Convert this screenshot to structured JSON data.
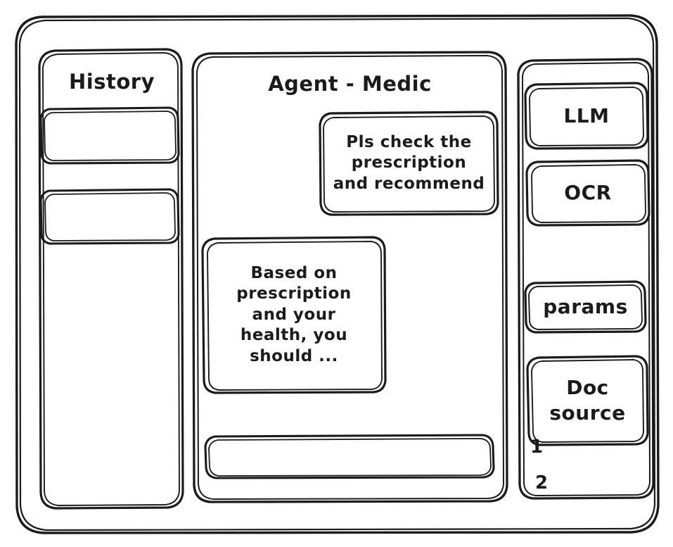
{
  "window": {
    "name": "agent-medic-wireframe",
    "style": "hand-drawn-sketch",
    "stroke_color": "#1b1b1b",
    "background_color": "#ffffff"
  },
  "sidebar_left": {
    "title": "History",
    "items": [
      {
        "label": "",
        "name": "history-item-1"
      },
      {
        "label": "",
        "name": "history-item-2"
      }
    ]
  },
  "main": {
    "title": "Agent - Medic",
    "messages": [
      {
        "role": "user",
        "text": "Pls check the\nprescription\nand recommend"
      },
      {
        "role": "assistant",
        "text": "Based on\nprescription\nand your\nhealth, you\nshould ..."
      }
    ],
    "composer": {
      "value": "",
      "placeholder": ""
    }
  },
  "sidebar_right": {
    "chips": [
      {
        "label": "LLM",
        "name": "llm-chip"
      },
      {
        "label": "OCR",
        "name": "ocr-chip"
      },
      {
        "label": "params",
        "name": "params-chip"
      },
      {
        "label": "Doc\nsource",
        "name": "doc-source-chip"
      }
    ],
    "markers": [
      {
        "label": "1",
        "name": "doc-source-marker-1"
      },
      {
        "label": "2",
        "name": "doc-source-marker-2"
      }
    ]
  }
}
